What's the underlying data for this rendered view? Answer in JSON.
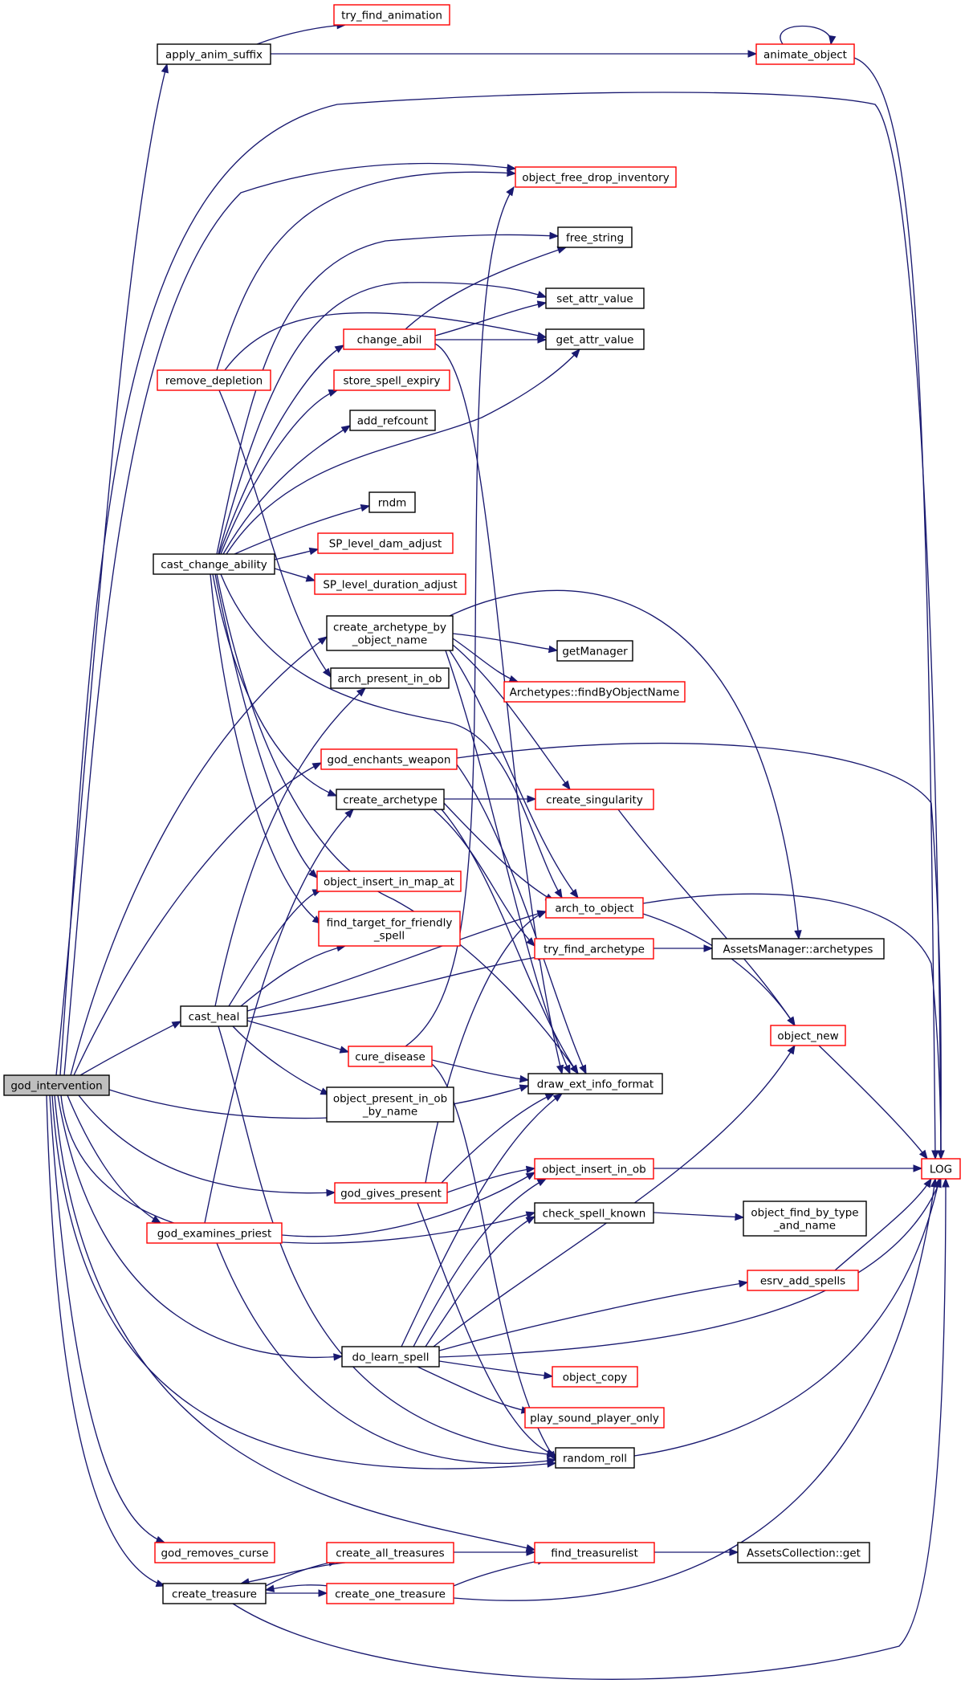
{
  "colors": {
    "edge": "#191970",
    "border_normal": "#000000",
    "border_red": "#ff0000",
    "root_fill": "#bfbfbf",
    "node_fill": "#ffffff"
  },
  "nodes": [
    {
      "id": "god_intervention",
      "lines": [
        "god_intervention"
      ],
      "style": "root"
    },
    {
      "id": "apply_anim_suffix",
      "lines": [
        "apply_anim_suffix"
      ],
      "style": "normal"
    },
    {
      "id": "try_find_animation",
      "lines": [
        "try_find_animation"
      ],
      "style": "red"
    },
    {
      "id": "animate_object",
      "lines": [
        "animate_object"
      ],
      "style": "red"
    },
    {
      "id": "object_free_drop_inventory",
      "lines": [
        "object_free_drop_inventory"
      ],
      "style": "red"
    },
    {
      "id": "free_string",
      "lines": [
        "free_string"
      ],
      "style": "normal"
    },
    {
      "id": "set_attr_value",
      "lines": [
        "set_attr_value"
      ],
      "style": "normal"
    },
    {
      "id": "change_abil",
      "lines": [
        "change_abil"
      ],
      "style": "red"
    },
    {
      "id": "get_attr_value",
      "lines": [
        "get_attr_value"
      ],
      "style": "normal"
    },
    {
      "id": "remove_depletion",
      "lines": [
        "remove_depletion"
      ],
      "style": "red"
    },
    {
      "id": "store_spell_expiry",
      "lines": [
        "store_spell_expiry"
      ],
      "style": "red"
    },
    {
      "id": "add_refcount",
      "lines": [
        "add_refcount"
      ],
      "style": "normal"
    },
    {
      "id": "rndm",
      "lines": [
        "rndm"
      ],
      "style": "normal"
    },
    {
      "id": "SP_level_dam_adjust",
      "lines": [
        "SP_level_dam_adjust"
      ],
      "style": "red"
    },
    {
      "id": "cast_change_ability",
      "lines": [
        "cast_change_ability"
      ],
      "style": "normal"
    },
    {
      "id": "SP_level_duration_adjust",
      "lines": [
        "SP_level_duration_adjust"
      ],
      "style": "red"
    },
    {
      "id": "create_archetype_by_object_name",
      "lines": [
        "create_archetype_by",
        "_object_name"
      ],
      "style": "normal"
    },
    {
      "id": "getManager",
      "lines": [
        "getManager"
      ],
      "style": "normal"
    },
    {
      "id": "arch_present_in_ob",
      "lines": [
        "arch_present_in_ob"
      ],
      "style": "normal"
    },
    {
      "id": "Archetypes_findByObjectName",
      "lines": [
        "Archetypes::findByObjectName"
      ],
      "style": "red"
    },
    {
      "id": "god_enchants_weapon",
      "lines": [
        "god_enchants_weapon"
      ],
      "style": "red"
    },
    {
      "id": "create_archetype",
      "lines": [
        "create_archetype"
      ],
      "style": "normal"
    },
    {
      "id": "create_singularity",
      "lines": [
        "create_singularity"
      ],
      "style": "red"
    },
    {
      "id": "object_insert_in_map_at",
      "lines": [
        "object_insert_in_map_at"
      ],
      "style": "red"
    },
    {
      "id": "arch_to_object",
      "lines": [
        "arch_to_object"
      ],
      "style": "red"
    },
    {
      "id": "find_target_for_friendly_spell",
      "lines": [
        "find_target_for_friendly",
        "_spell"
      ],
      "style": "red"
    },
    {
      "id": "try_find_archetype",
      "lines": [
        "try_find_archetype"
      ],
      "style": "red"
    },
    {
      "id": "AssetsManager_archetypes",
      "lines": [
        "AssetsManager::archetypes"
      ],
      "style": "normal"
    },
    {
      "id": "cast_heal",
      "lines": [
        "cast_heal"
      ],
      "style": "normal"
    },
    {
      "id": "object_new",
      "lines": [
        "object_new"
      ],
      "style": "red"
    },
    {
      "id": "cure_disease",
      "lines": [
        "cure_disease"
      ],
      "style": "red"
    },
    {
      "id": "draw_ext_info_format",
      "lines": [
        "draw_ext_info_format"
      ],
      "style": "normal"
    },
    {
      "id": "object_present_in_ob_by_name",
      "lines": [
        "object_present_in_ob",
        "_by_name"
      ],
      "style": "normal"
    },
    {
      "id": "LOG",
      "lines": [
        "LOG"
      ],
      "style": "red"
    },
    {
      "id": "god_gives_present",
      "lines": [
        "god_gives_present"
      ],
      "style": "red"
    },
    {
      "id": "object_insert_in_ob",
      "lines": [
        "object_insert_in_ob"
      ],
      "style": "red"
    },
    {
      "id": "check_spell_known",
      "lines": [
        "check_spell_known"
      ],
      "style": "normal"
    },
    {
      "id": "object_find_by_type_and_name",
      "lines": [
        "object_find_by_type",
        "_and_name"
      ],
      "style": "normal"
    },
    {
      "id": "god_examines_priest",
      "lines": [
        "god_examines_priest"
      ],
      "style": "red"
    },
    {
      "id": "esrv_add_spells",
      "lines": [
        "esrv_add_spells"
      ],
      "style": "red"
    },
    {
      "id": "do_learn_spell",
      "lines": [
        "do_learn_spell"
      ],
      "style": "normal"
    },
    {
      "id": "object_copy",
      "lines": [
        "object_copy"
      ],
      "style": "red"
    },
    {
      "id": "play_sound_player_only",
      "lines": [
        "play_sound_player_only"
      ],
      "style": "red"
    },
    {
      "id": "random_roll",
      "lines": [
        "random_roll"
      ],
      "style": "normal"
    },
    {
      "id": "god_removes_curse",
      "lines": [
        "god_removes_curse"
      ],
      "style": "red"
    },
    {
      "id": "create_all_treasures",
      "lines": [
        "create_all_treasures"
      ],
      "style": "red"
    },
    {
      "id": "find_treasurelist",
      "lines": [
        "find_treasurelist"
      ],
      "style": "red"
    },
    {
      "id": "AssetsCollection_get",
      "lines": [
        "AssetsCollection::get"
      ],
      "style": "normal"
    },
    {
      "id": "create_treasure",
      "lines": [
        "create_treasure"
      ],
      "style": "normal"
    },
    {
      "id": "create_one_treasure",
      "lines": [
        "create_one_treasure"
      ],
      "style": "red"
    }
  ]
}
